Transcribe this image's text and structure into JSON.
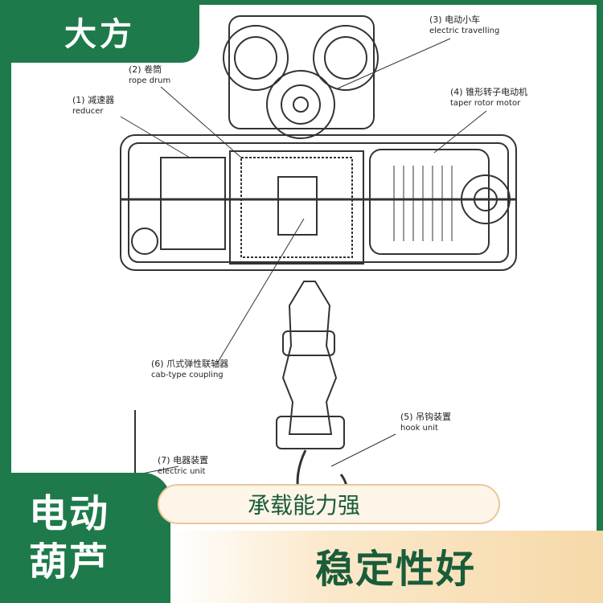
{
  "brand": "大方",
  "diagram": {
    "labels": [
      {
        "id": "electric-travelling",
        "cn": "(3) 电动小车",
        "en": "electric travelling"
      },
      {
        "id": "rope-drum",
        "cn": "(2) 卷筒",
        "en": "rope drum"
      },
      {
        "id": "reducer",
        "cn": "(1) 减速器",
        "en": "reducer"
      },
      {
        "id": "taper-rotor-motor",
        "cn": "(4) 锥形转子电动机",
        "en": "taper rotor motor"
      },
      {
        "id": "cab-type-coupling",
        "cn": "(6) 爪式弹性联轴器",
        "en": "cab-type coupling"
      },
      {
        "id": "hook-unit",
        "cn": "(5) 吊钩装置",
        "en": "hook unit"
      },
      {
        "id": "electric-unit",
        "cn": "(7) 电器装置",
        "en": "electric unit"
      }
    ]
  },
  "product_name_line1": "电动",
  "product_name_line2": "葫芦",
  "feature_1": "承载能力强",
  "feature_2": "稳定性好",
  "colors": {
    "brand_green": "#1e7a4a",
    "pill_bg": "#fdf5e7",
    "pill_border": "#e8c79a",
    "text_green": "#1a5c3a"
  }
}
